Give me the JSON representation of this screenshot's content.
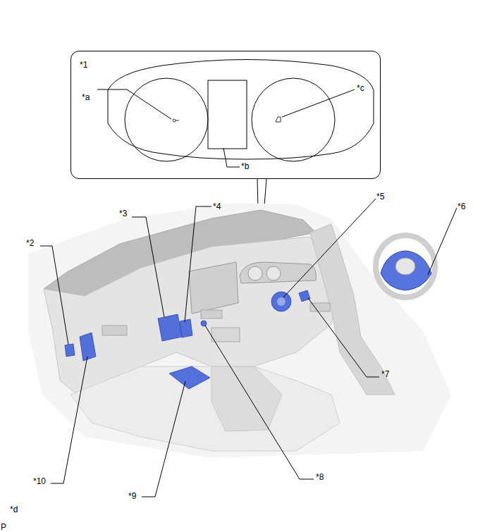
{
  "diagram": {
    "nodes": [
      {
        "text": [
          "*1"
        ]
      }
    ],
    "labels": [
      "*a",
      "*c",
      "*b",
      "*2",
      "*3",
      "*4",
      "*5",
      "*6",
      "*7",
      "*10",
      "*9",
      "*8",
      "*d",
      "P"
    ]
  }
}
